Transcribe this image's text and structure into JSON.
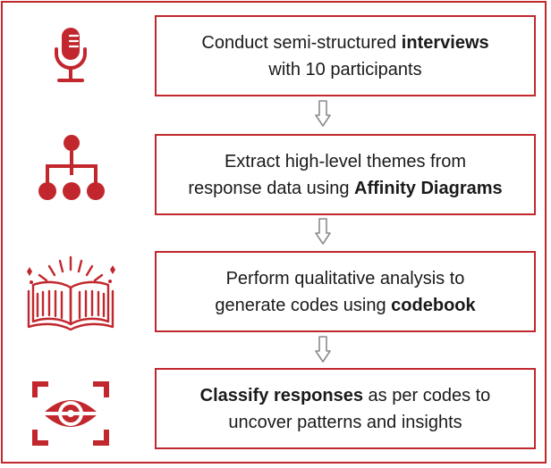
{
  "colors": {
    "accent": "#c1272d",
    "box_border": "#c1272d",
    "arrow": "#8a8a8a",
    "text": "#1a1a1a"
  },
  "steps": [
    {
      "icon": "microphone-icon",
      "line1": {
        "pre": "Conduct semi-structured ",
        "bold": "interviews",
        "post": ""
      },
      "line2": {
        "pre": "with 10 participants",
        "bold": "",
        "post": ""
      }
    },
    {
      "icon": "hierarchy-icon",
      "line1": {
        "pre": "Extract high-level themes from",
        "bold": "",
        "post": ""
      },
      "line2": {
        "pre": "response data using ",
        "bold": "Affinity Diagrams",
        "post": ""
      }
    },
    {
      "icon": "open-book-icon",
      "line1": {
        "pre": "Perform qualitative analysis to",
        "bold": "",
        "post": ""
      },
      "line2": {
        "pre": "generate codes using ",
        "bold": "codebook",
        "post": ""
      }
    },
    {
      "icon": "eye-scan-icon",
      "line1": {
        "pre": "",
        "bold": "Classify responses",
        "post": " as per codes to"
      },
      "line2": {
        "pre": "uncover patterns and insights",
        "bold": "",
        "post": ""
      }
    }
  ]
}
